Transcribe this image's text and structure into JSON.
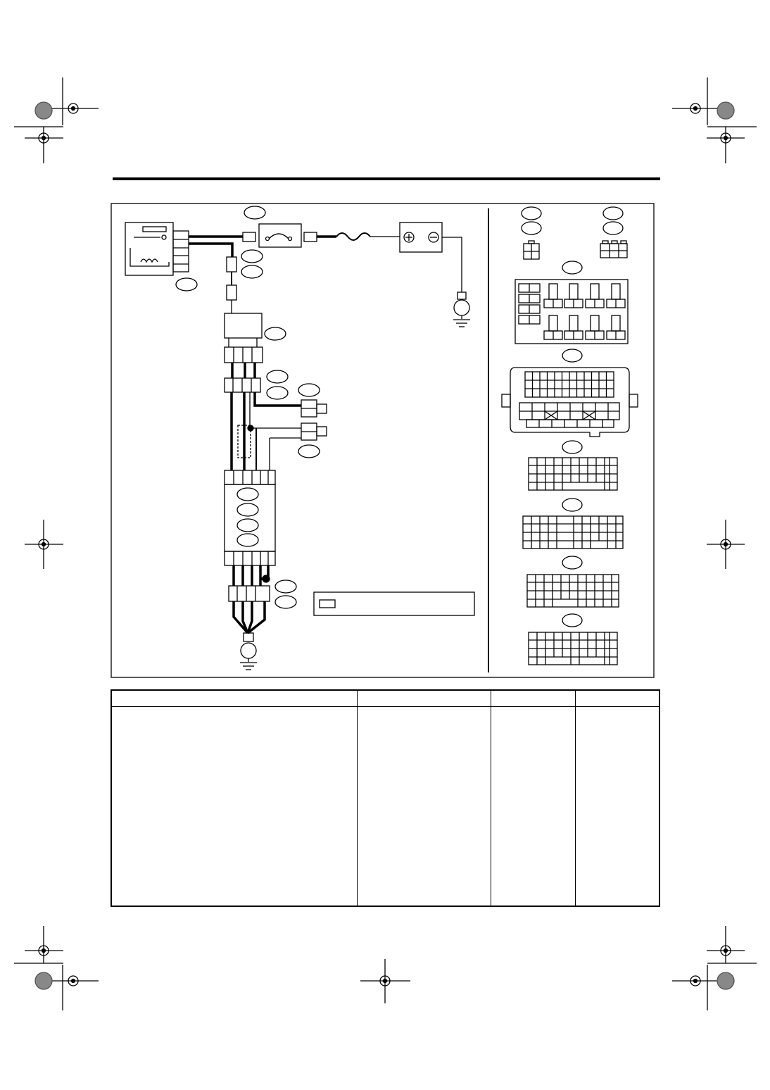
{
  "page": {
    "header_rule": true,
    "crop_marks": [
      "top-left",
      "top-right",
      "mid-left",
      "mid-right",
      "bottom-left",
      "bottom-center",
      "bottom-right"
    ]
  },
  "diagram": {
    "background": "#ffffff",
    "ink": "#000000",
    "callout_bubbles": 26,
    "ground_symbols": 2,
    "legend_box": {
      "text": ""
    }
  },
  "table": {
    "columns": [
      "",
      "",
      "",
      ""
    ],
    "rows": [
      [
        "",
        "",
        "",
        ""
      ]
    ]
  }
}
